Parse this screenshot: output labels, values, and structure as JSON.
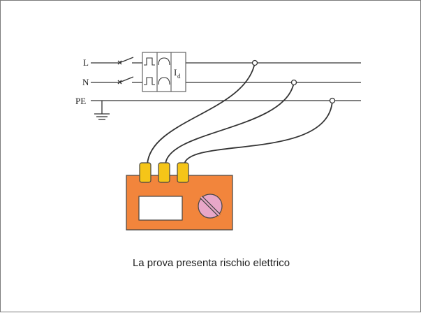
{
  "diagram": {
    "labels": {
      "line_l": "L",
      "line_n": "N",
      "line_pe": "PE",
      "rcd_label": "I",
      "rcd_subscript": "d"
    },
    "caption": "La prova presenta rischio elettrico",
    "colors": {
      "line": "#333333",
      "instrument_body": "#F2853C",
      "connector": "#F5C518",
      "dial": "#E8A7C8",
      "display": "#ffffff"
    },
    "icons": [
      "switch-icon",
      "rcd-icon",
      "ground-icon",
      "junction-icon",
      "dial-icon"
    ]
  }
}
